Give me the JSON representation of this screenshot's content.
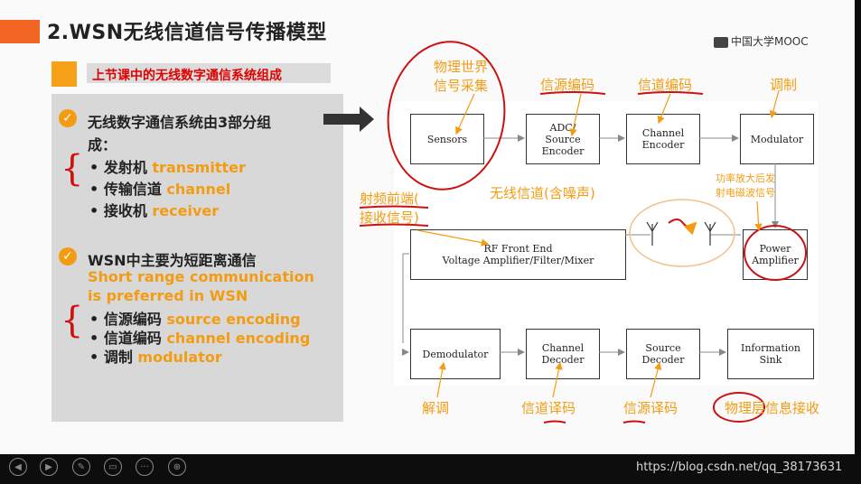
{
  "title": "2.WSN无线信道信号传播模型",
  "mooc_label": "中国大学MOOC",
  "subheading": "上节课中的无线数字通信系统组成",
  "point1": {
    "line1": "无线数字通信系统由3部分组",
    "line2": "成："
  },
  "list1": [
    {
      "bullet": "•",
      "zh": "发射机",
      "en": "transmitter"
    },
    {
      "bullet": "•",
      "zh": "传输信道",
      "en": "channel"
    },
    {
      "bullet": "•",
      "zh": "接收机",
      "en": "receiver"
    }
  ],
  "point2": {
    "heading": "WSN中主要为短距离通信",
    "en_line1": "Short range communication",
    "en_line2": "is preferred in WSN"
  },
  "list2": [
    {
      "bullet": "•",
      "zh": "信源编码",
      "en": "source encoding"
    },
    {
      "bullet": "•",
      "zh": "信道编码",
      "en": "channel encoding"
    },
    {
      "bullet": "•",
      "zh": "调制",
      "en": "modulator"
    }
  ],
  "blocks": {
    "sensors": "Sensors",
    "adc_l1": "ADC/",
    "adc_l2": "Source",
    "adc_l3": "Encoder",
    "ch_enc_l1": "Channel",
    "ch_enc_l2": "Encoder",
    "modulator": "Modulator",
    "power_l1": "Power",
    "power_l2": "Amplifier",
    "rf_l1": "RF Front End",
    "rf_l2": "Voltage Amplifier/Filter/Mixer",
    "demodulator": "Demodulator",
    "ch_dec_l1": "Channel",
    "ch_dec_l2": "Decoder",
    "src_dec_l1": "Source",
    "src_dec_l2": "Decoder",
    "info_l1": "Information",
    "info_l2": "Sink"
  },
  "annotations": {
    "physical_world_l1": "物理世界",
    "physical_world_l2": "信号采集",
    "source_encoding": "信源编码",
    "channel_encoding": "信道编码",
    "modulation": "调制",
    "wireless_channel": "无线信道(含噪声)",
    "pa_l1": "功率放大后发",
    "pa_l2": "射电磁波信号",
    "rf_front_l1": "射频前端(",
    "rf_front_l2": "接收信号)",
    "demod": "解调",
    "channel_decoding": "信道译码",
    "source_decoding": "信源译码",
    "physical_receive": "物理层信息接收"
  },
  "watermark": "https://blog.csdn.net/qq_38173631",
  "colors": {
    "accent_orange": "#f39c12",
    "title_orange": "#f26522",
    "red_ink": "#cc1111"
  },
  "nav_icons": [
    "prev-icon",
    "next-icon",
    "pen-icon",
    "screen-icon",
    "more-icon",
    "zoom-icon"
  ]
}
